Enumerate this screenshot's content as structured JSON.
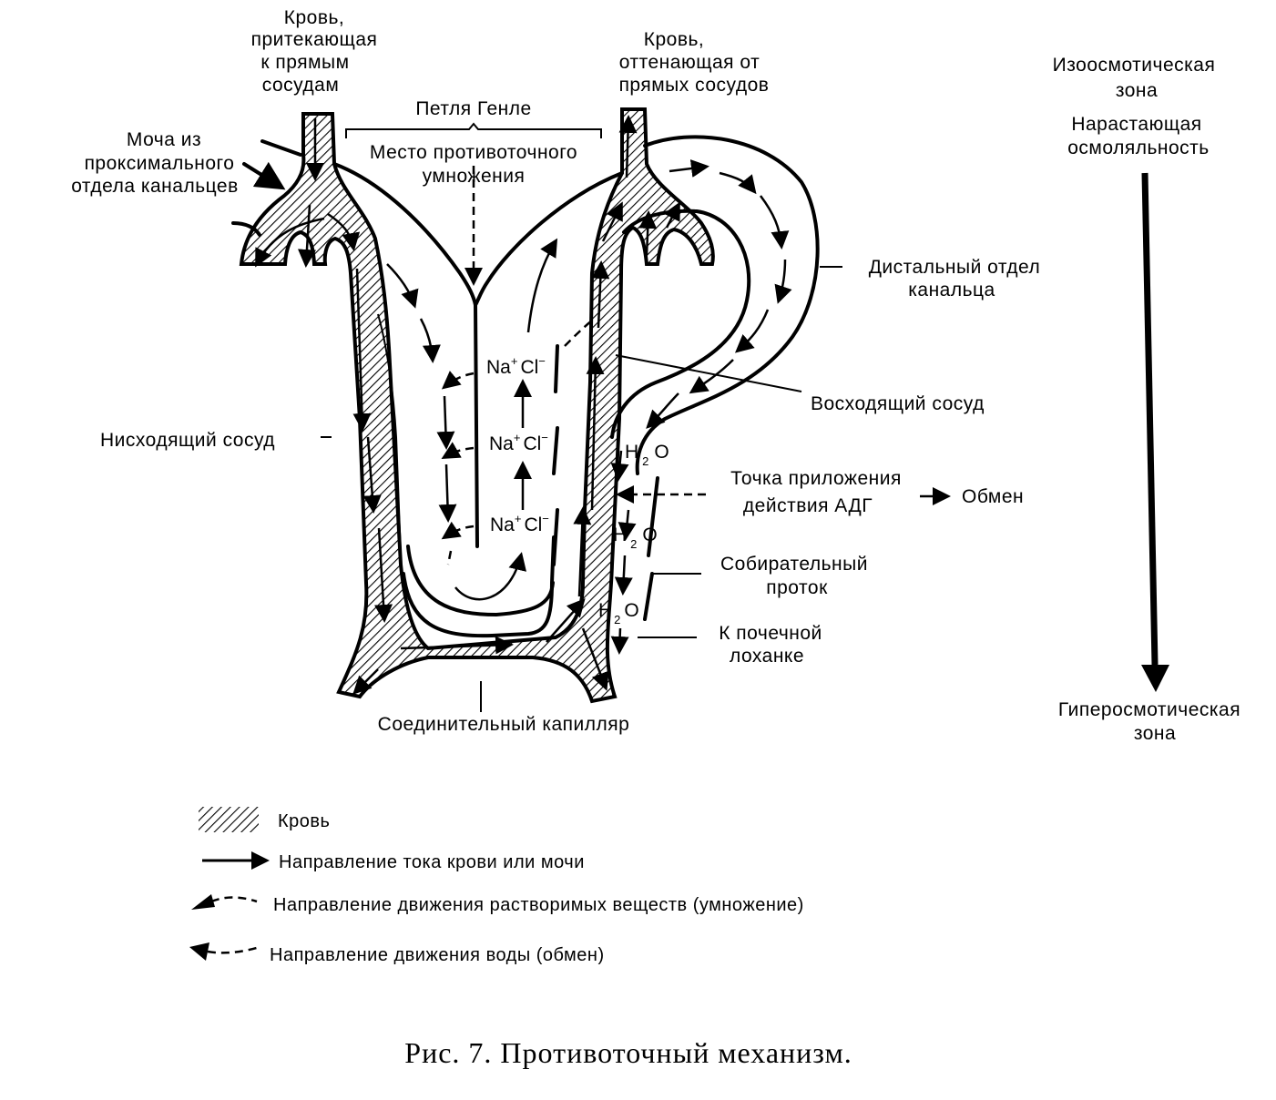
{
  "labels": {
    "blood_in": [
      "Кровь,",
      "притекающая",
      "к прямым",
      "сосудам"
    ],
    "blood_out": [
      "Кровь,",
      "оттенающая от",
      "прямых сосудов"
    ],
    "loop_henle": "Петля Генле",
    "multiplication_site": [
      "Место противоточного",
      "умножения"
    ],
    "urine_proximal": [
      "Моча из",
      "проксимального",
      "отдела канальцев"
    ],
    "distal_tubule": [
      "Дистальный отдел",
      "канальца"
    ],
    "ascending_vessel": "Восходящий сосуд",
    "descending_vessel": "Нисходящий сосуд",
    "adh_site": [
      "Точка приложения",
      "действия АДГ"
    ],
    "exchange": "Обмен",
    "collecting_duct": [
      "Собирательный",
      "проток"
    ],
    "to_pelvis": [
      "К почечной",
      "лоханке"
    ],
    "connecting_capillary": "Соединительный капилляр",
    "isoosmotic_zone": [
      "Изоосмотическая",
      "зона"
    ],
    "rising_osmolality": [
      "Нарастающая",
      "осмоляльность"
    ],
    "hyperosmotic_zone": [
      "Гиперосмотическая",
      "зона"
    ]
  },
  "ions": {
    "sodium": "Na",
    "sodium_charge": "+",
    "chloride": "Cl",
    "chloride_charge": "−",
    "water_h": "H",
    "water_sub": "2",
    "water_o": "O"
  },
  "legend": [
    {
      "icon": "hatch-swatch-icon",
      "label": "Кровь"
    },
    {
      "icon": "solid-arrow-icon",
      "label": "Направление тока крови или мочи"
    },
    {
      "icon": "dashed-arrow-solutes-icon",
      "label": "Направление движения растворимых веществ (умножение)"
    },
    {
      "icon": "dashed-arrow-water-icon",
      "label": "Направление движения воды (обмен)"
    }
  ],
  "caption": "Рис. 7. Противоточный механизм.",
  "colors": {
    "ink": "#000000",
    "paper": "#ffffff"
  }
}
